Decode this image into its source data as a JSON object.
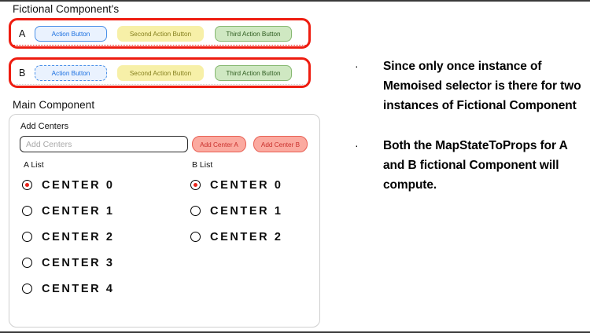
{
  "left": {
    "fictional_title": "Fictional Component's",
    "main_title": "Main Component",
    "rows": [
      {
        "letter": "A",
        "action_label": "Action Button",
        "second_label": "Second Action Button",
        "third_label": "Third Action Button",
        "action_border_style": "solid"
      },
      {
        "letter": "B",
        "action_label": "Action Button",
        "second_label": "Second Action Button",
        "third_label": "Third Action Button",
        "action_border_style": "dashed"
      }
    ],
    "main": {
      "add_centers_label": "Add Centers",
      "add_centers_placeholder": "Add Centers",
      "add_centers_value": "",
      "add_center_a_label": "Add Center A",
      "add_center_b_label": "Add Center B",
      "list_a": {
        "header": "A List",
        "items": [
          {
            "label": "CENTER 0",
            "selected": true
          },
          {
            "label": "CENTER 1",
            "selected": false
          },
          {
            "label": "CENTER 2",
            "selected": false
          },
          {
            "label": "CENTER 3",
            "selected": false
          },
          {
            "label": "CENTER 4",
            "selected": false
          }
        ]
      },
      "list_b": {
        "header": "B List",
        "items": [
          {
            "label": "CENTER 0",
            "selected": true
          },
          {
            "label": "CENTER 1",
            "selected": false
          },
          {
            "label": "CENTER 2",
            "selected": false
          }
        ]
      }
    }
  },
  "right": {
    "bullet_glyph": "·",
    "bullets": [
      "Since only once instance of Memoised selector is there for two instances of Fictional Component",
      "Both the MapStateToProps for A and B fictional Component will compute."
    ]
  },
  "colors": {
    "highlight_red": "#ee1c10",
    "blue_button_bg": "#eaf2fe",
    "blue_button_border": "#4a90e8",
    "yellow_button_bg": "#f7f0a8",
    "green_button_bg": "#cfe8c2",
    "red_button_bg": "#fbaaa0",
    "radio_selected": "#e8231a"
  }
}
